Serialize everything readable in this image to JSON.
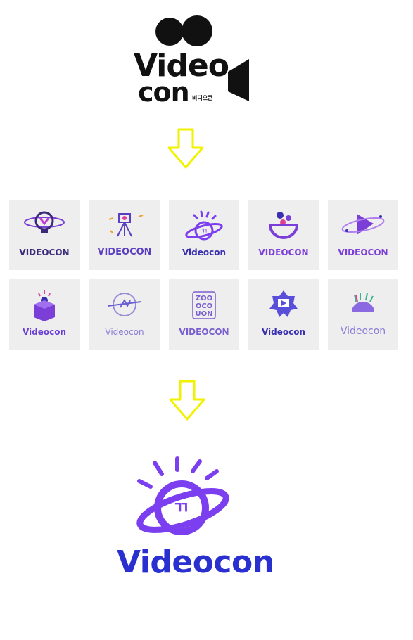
{
  "original_logo": {
    "word_top": "Video",
    "word_bottom": "con",
    "korean": "비디오콘"
  },
  "concepts_row1": [
    {
      "label": "VIDEOCON",
      "icon": "lightbulb-planet-icon",
      "color": "#3b2a7a"
    },
    {
      "label": "VIDEOCON",
      "icon": "camera-tripod-icon",
      "color": "#5a3fc0"
    },
    {
      "label": "Videocon",
      "icon": "planet-rays-icon",
      "color": "#3a2fb0"
    },
    {
      "label": "VIDEOCON",
      "icon": "bowl-icon",
      "color": "#7b3fd8"
    },
    {
      "label": "VIDEOCON",
      "icon": "play-orbit-icon",
      "color": "#7b3fd8"
    }
  ],
  "concepts_row2": [
    {
      "label": "Videocon",
      "icon": "cube-bulb-icon",
      "color": "#6a3fd8"
    },
    {
      "label": "Videocon",
      "icon": "circle-slash-icon",
      "color": "#8a7ad8"
    },
    {
      "label": "VIDEOCON",
      "icon": "letter-grid-icon",
      "color": "#7a5fd0"
    },
    {
      "label": "Videocon",
      "icon": "badge-play-icon",
      "color": "#3a2fb0"
    },
    {
      "label": "Videocon",
      "icon": "dome-rays-icon",
      "color": "#8a7ad8"
    }
  ],
  "final_logo": {
    "word": "Videocon",
    "brand_purple": "#7b3ff0",
    "brand_blue": "#2a2fd0"
  },
  "arrow_color": "#f5f500"
}
